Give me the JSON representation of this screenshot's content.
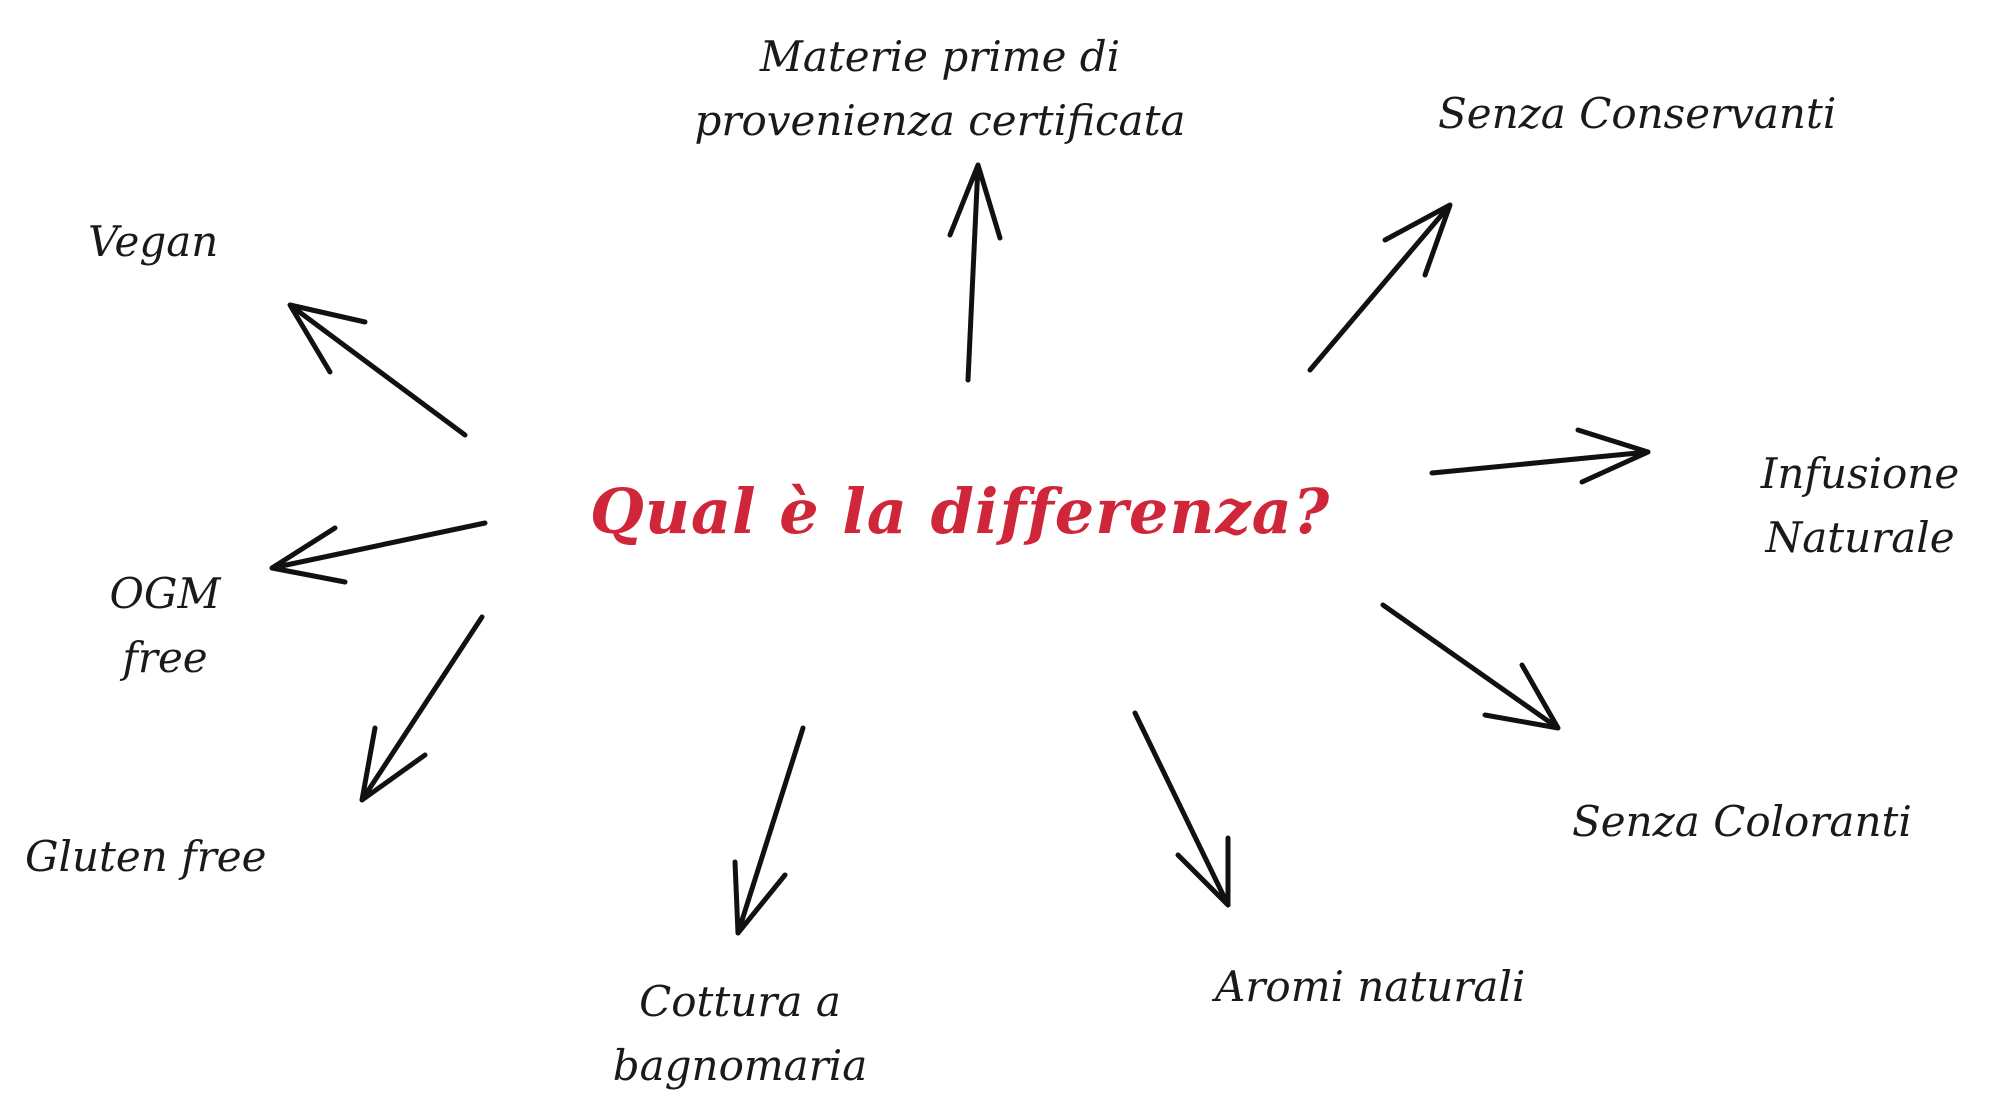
{
  "title": "Qual è la differenza?",
  "nodes": {
    "materie_prime": [
      "Materie prime di",
      "provenienza certificata"
    ],
    "senza_conservanti": [
      "Senza Conservanti"
    ],
    "vegan": [
      "Vegan"
    ],
    "infusione": [
      "Infusione",
      "Naturale"
    ],
    "ogm_free": [
      "OGM",
      "free"
    ],
    "senza_coloranti": [
      "Senza Coloranti"
    ],
    "gluten_free": [
      "Gluten free"
    ],
    "cottura": [
      "Cottura a",
      "bagnomaria"
    ],
    "aromi": [
      "Aromi naturali"
    ]
  },
  "colors": {
    "title": "#d0263a",
    "text": "#1a1a1a",
    "arrow": "#111111"
  }
}
